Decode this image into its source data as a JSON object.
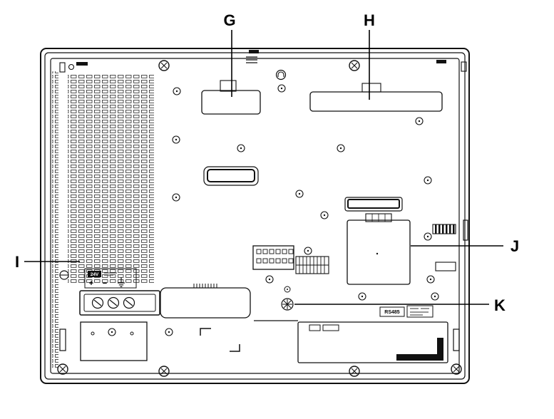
{
  "callouts": {
    "g": "G",
    "h": "H",
    "i": "I",
    "j": "J",
    "k": "K"
  },
  "labels": {
    "power_rating": "24V",
    "plus": "+",
    "minus": "−",
    "rs485": "RS485"
  },
  "icons": {
    "ground": "earth-ground-symbol",
    "keyhole": "keyhole-marker",
    "menu_lines": "triple-line-marker"
  },
  "colors": {
    "line": "#111111",
    "background": "#ffffff"
  }
}
